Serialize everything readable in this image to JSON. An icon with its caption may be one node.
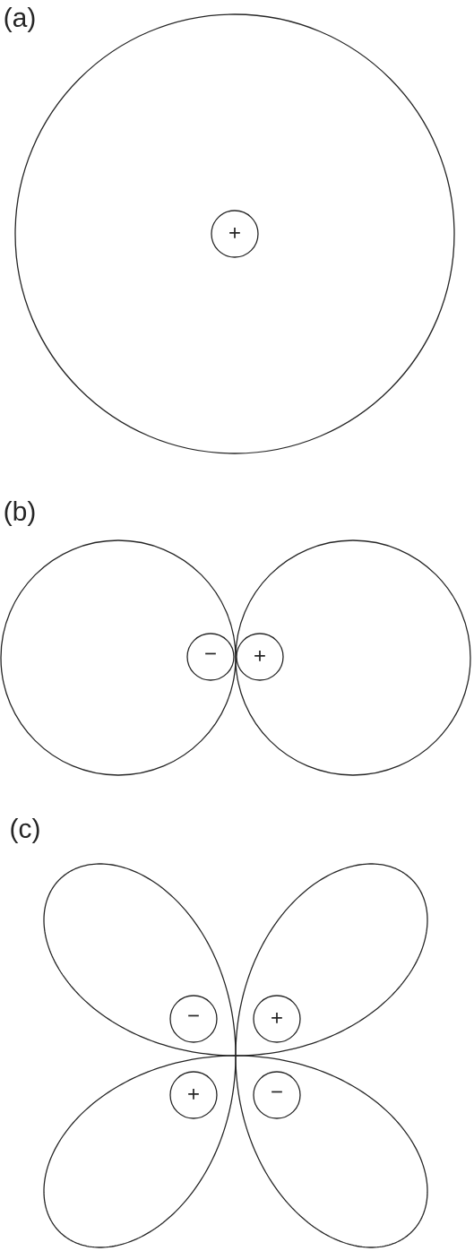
{
  "diagram": {
    "nodes": [
      {
        "text": [],
        "shape": "circle"
      },
      {
        "text": [
          "+"
        ],
        "in": 0
      },
      {
        "text": [],
        "shape": "circle"
      },
      {
        "text": [],
        "shape": "circle"
      },
      {
        "text": [
          "−"
        ],
        "in": 2
      },
      {
        "text": [
          "+"
        ],
        "in": 3
      },
      {
        "text": [],
        "shape": "lobe"
      },
      {
        "text": [],
        "shape": "lobe"
      },
      {
        "text": [],
        "shape": "lobe"
      },
      {
        "text": [],
        "shape": "lobe"
      },
      {
        "text": [
          "−"
        ],
        "in": 6
      },
      {
        "text": [
          "+"
        ],
        "in": 7
      },
      {
        "text": [
          "+"
        ],
        "in": 8
      },
      {
        "text": [
          "−"
        ],
        "in": 9
      }
    ],
    "labels": [
      "(a)",
      "(b)",
      "(c)"
    ]
  }
}
